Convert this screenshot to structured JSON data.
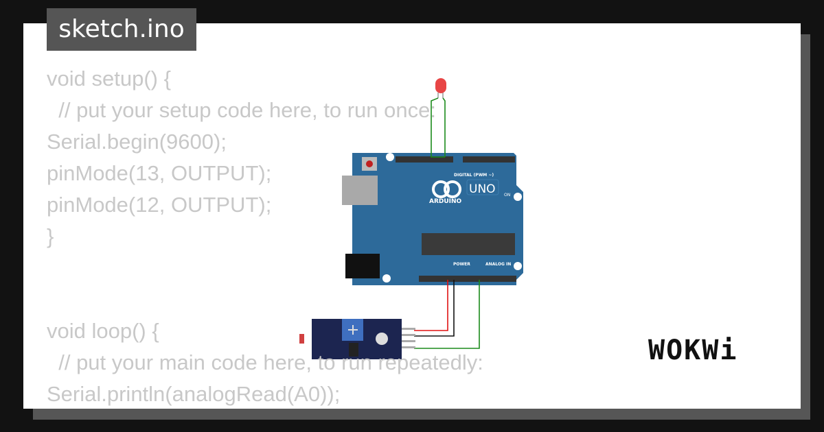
{
  "tab": {
    "title": "sketch.ino"
  },
  "code_lines": [
    "void setup() {",
    "  // put your setup code here, to run once:",
    "Serial.begin(9600);",
    "pinMode(13, OUTPUT);",
    "pinMode(12, OUTPUT);",
    "}",
    "",
    "",
    "void loop() {",
    "  // put your main code here, to run repeatedly:",
    "Serial.println(analogRead(A0));"
  ],
  "board": {
    "brand": "ARDUINO",
    "model": "UNO",
    "digital_label": "DIGITAL (PWM ~)",
    "power_label": "POWER",
    "analog_label": "ANALOG IN",
    "on_label": "ON",
    "colors": {
      "board": "#2d6a9a",
      "wire_green": "#1a8a1a",
      "wire_red": "#e01010",
      "wire_black": "#111111",
      "led": "#e84545",
      "sensor": "#1c2550"
    }
  },
  "logo": "WOKWi"
}
